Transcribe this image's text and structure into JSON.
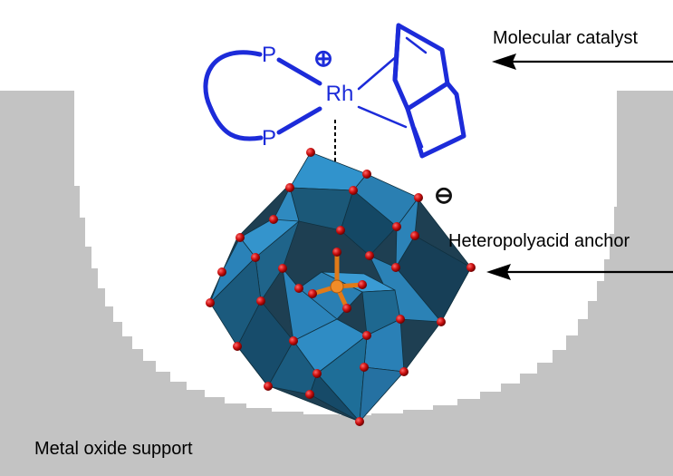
{
  "labels": {
    "molecular_catalyst": "Molecular catalyst",
    "heteropolyacid_anchor": "Heteropolyacid anchor",
    "metal_oxide_support": "Metal oxide support"
  },
  "atoms": {
    "p_top": "P",
    "p_bottom": "P",
    "rhodium": "Rh",
    "positive_charge": "⊕",
    "negative_charge": "⊖"
  },
  "colors": {
    "support_gray": "#c3c3c3",
    "ligand_blue": "#1c2bd9",
    "polyhedra_blue": "#2e7fb4",
    "oxygen_red": "#cc1010",
    "phosphate_orange": "#ee8822"
  }
}
